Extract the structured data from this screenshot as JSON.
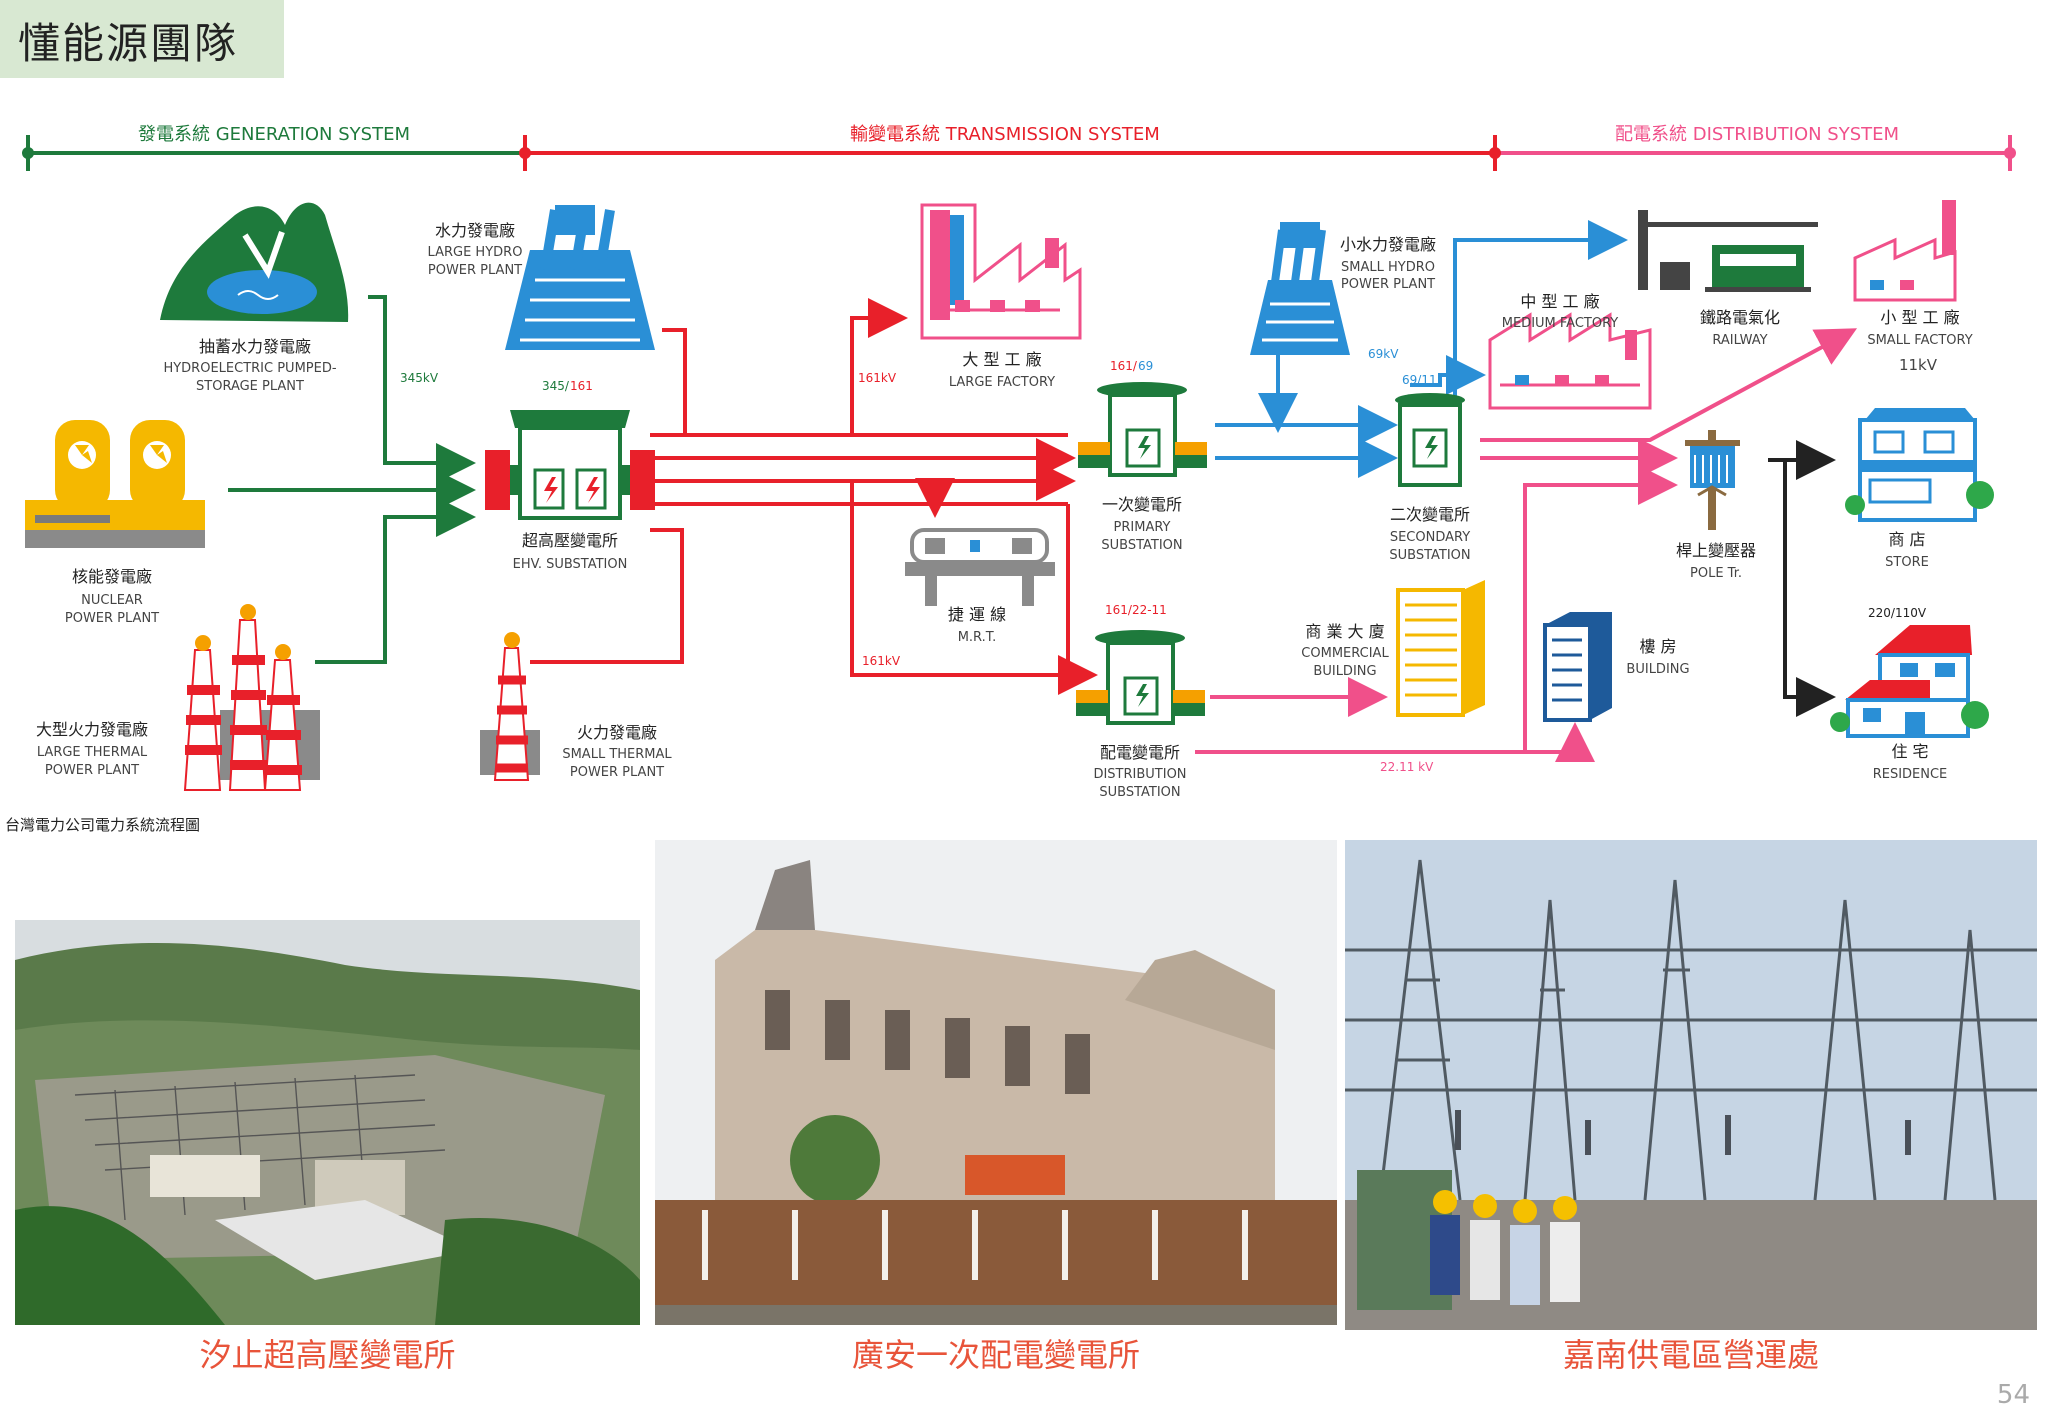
{
  "header": {
    "team_title": "懂能源團隊"
  },
  "sections": {
    "generation": "發電系統  GENERATION SYSTEM",
    "transmission": "輸變電系統  TRANSMISSION SYSTEM",
    "distribution": "配電系統  DISTRIBUTION SYSTEM"
  },
  "nodes": {
    "pumped_storage": [
      "抽蓄水力發電廠",
      "HYDROELECTRIC PUMPED-",
      "STORAGE PLANT"
    ],
    "nuclear": [
      "核能發電廠",
      "NUCLEAR",
      "POWER PLANT"
    ],
    "large_thermal": [
      "大型火力發電廠",
      "LARGE THERMAL",
      "POWER PLANT"
    ],
    "large_hydro": [
      "水力發電廠",
      "LARGE HYDRO",
      "POWER PLANT"
    ],
    "ehv_substation": [
      "超高壓變電所",
      "EHV. SUBSTATION"
    ],
    "small_thermal": [
      "火力發電廠",
      "SMALL THERMAL",
      "POWER PLANT"
    ],
    "large_factory": [
      "大 型 工 廠",
      "LARGE FACTORY"
    ],
    "mrt": [
      "捷 運 線",
      "M.R.T."
    ],
    "primary_substation": [
      "一次變電所",
      "PRIMARY",
      "SUBSTATION"
    ],
    "distribution_substation": [
      "配電變電所",
      "DISTRIBUTION",
      "SUBSTATION"
    ],
    "small_hydro": [
      "小水力發電廠",
      "SMALL HYDRO",
      "POWER PLANT"
    ],
    "secondary_substation": [
      "二次變電所",
      "SECONDARY",
      "SUBSTATION"
    ],
    "commercial_building": [
      "商 業 大 廈",
      "COMMERCIAL",
      "BUILDING"
    ],
    "building": [
      "樓    房",
      "BUILDING"
    ],
    "medium_factory": [
      "中 型 工 廠",
      "MEDIUM FACTORY"
    ],
    "railway": [
      "鐵路電氣化",
      "RAILWAY"
    ],
    "small_factory": [
      "小 型 工 廠",
      "SMALL FACTORY",
      "11kV"
    ],
    "pole_transformer": [
      "桿上變壓器",
      "POLE Tr."
    ],
    "store": [
      "商  店",
      "STORE"
    ],
    "residence": [
      "住    宅",
      "RESIDENCE"
    ]
  },
  "voltages": {
    "v345": "345kV",
    "v345_161_a": "345/",
    "v345_161_b": "161",
    "v161_top": "161kV",
    "v161_bottom": "161kV",
    "v161_69_a": "161/",
    "v161_69_b": "69",
    "v161_22": "161/22-11",
    "v69": "69kV",
    "v69_11": "69/11",
    "v22_11": "22.11 kV",
    "v220_110": "220/110V"
  },
  "diagram_caption": "台灣電力公司電力系統流程圖",
  "photos": [
    {
      "caption": "汐止超高壓變電所"
    },
    {
      "caption": "廣安一次配電變電所"
    },
    {
      "caption": "嘉南供電區營運處"
    }
  ],
  "page_number": "54",
  "colors": {
    "generation": "#1e7a3c",
    "transmission": "#e8202a",
    "distribution": "#f0508a",
    "blue_flow": "#2a8fd6",
    "caption": "#e8543a"
  }
}
